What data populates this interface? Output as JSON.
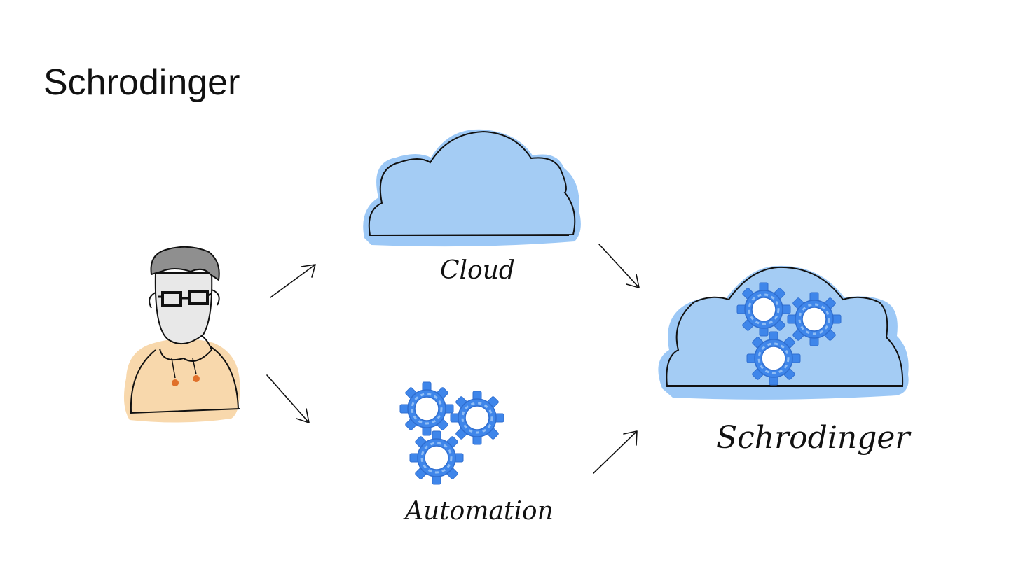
{
  "slide": {
    "title": "Schrodinger"
  },
  "nodes": {
    "cloud_label": "Cloud",
    "automation_label": "Automation",
    "schrodinger_label": "Schrodinger"
  },
  "colors": {
    "cloud_fill": "#a4ccf4",
    "cloud_halo": "#9cc8f6",
    "gear_fill": "#3f86ea",
    "gear_light": "#9cc6f7",
    "shirt": "#f8d8ac",
    "hair": "#8f8f8f",
    "face": "#e8e8e8",
    "button": "#e0702a"
  },
  "icons": [
    "person-icon",
    "cloud-icon",
    "gears-icon",
    "arrow-icon"
  ]
}
